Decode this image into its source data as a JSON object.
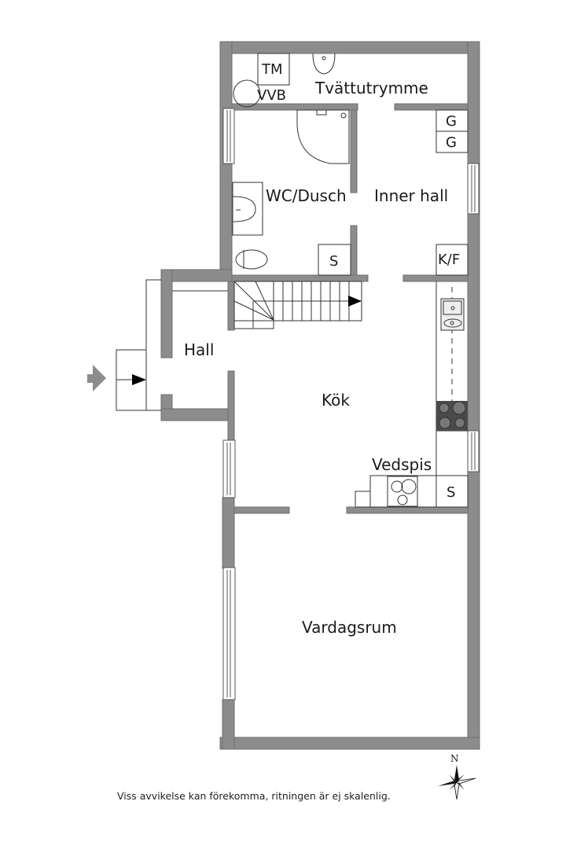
{
  "colors": {
    "wall": "#8c8c8c",
    "wall_edge": "#6e6e6e",
    "line": "#333333",
    "background": "#ffffff",
    "stove_top": "#4a4a4a"
  },
  "rooms": {
    "tvattutrymme": "Tvättutrymme",
    "wc_dusch": "WC/Dusch",
    "inner_hall": "Inner hall",
    "hall": "Hall",
    "kok": "Kök",
    "vardagsrum": "Vardagsrum"
  },
  "fixtures": {
    "tm": "TM",
    "vvb": "VVB",
    "g1": "G",
    "g2": "G",
    "s_wc": "S",
    "kf": "K/F",
    "vedspis": "Vedspis",
    "s_kitchen": "S"
  },
  "compass": {
    "north_label": "N",
    "icon": "compass-rose-icon"
  },
  "entrance": {
    "icon": "entrance-arrow-icon"
  },
  "footer": {
    "disclaimer": "Viss avvikelse kan förekomma, ritningen är ej skalenlig."
  }
}
